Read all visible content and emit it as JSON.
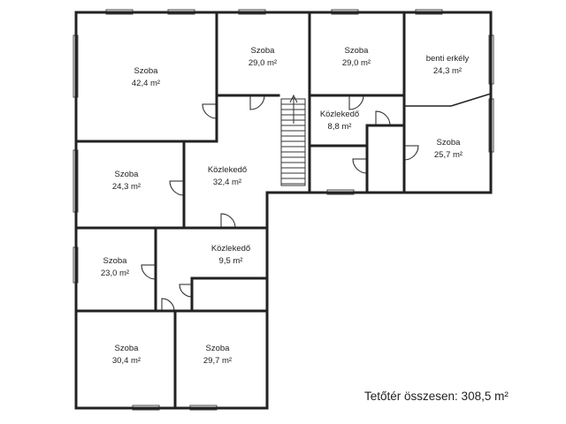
{
  "rooms": [
    {
      "id": "r1",
      "name": "Szoba",
      "area": "42,4 m²"
    },
    {
      "id": "r2",
      "name": "Szoba",
      "area": "29,0 m²"
    },
    {
      "id": "r3",
      "name": "Szoba",
      "area": "29,0 m²"
    },
    {
      "id": "r4",
      "name": "benti erkély",
      "area": "24,3 m²"
    },
    {
      "id": "r5",
      "name": "Közlekedő",
      "area": "8,8 m²"
    },
    {
      "id": "r6",
      "name": "Szoba",
      "area": "25,7 m²"
    },
    {
      "id": "r7",
      "name": "Közlekedő",
      "area": "32,4 m²"
    },
    {
      "id": "r8",
      "name": "Szoba",
      "area": "24,3 m²"
    },
    {
      "id": "r9",
      "name": "Közlekedő",
      "area": "9,5 m²"
    },
    {
      "id": "r10",
      "name": "Szoba",
      "area": "23,0 m²"
    },
    {
      "id": "r11",
      "name": "Szoba",
      "area": "30,4 m²"
    },
    {
      "id": "r12",
      "name": "Szoba",
      "area": "29,7 m²"
    }
  ],
  "total_label": "Tetőtér összesen: 308,5 m²"
}
